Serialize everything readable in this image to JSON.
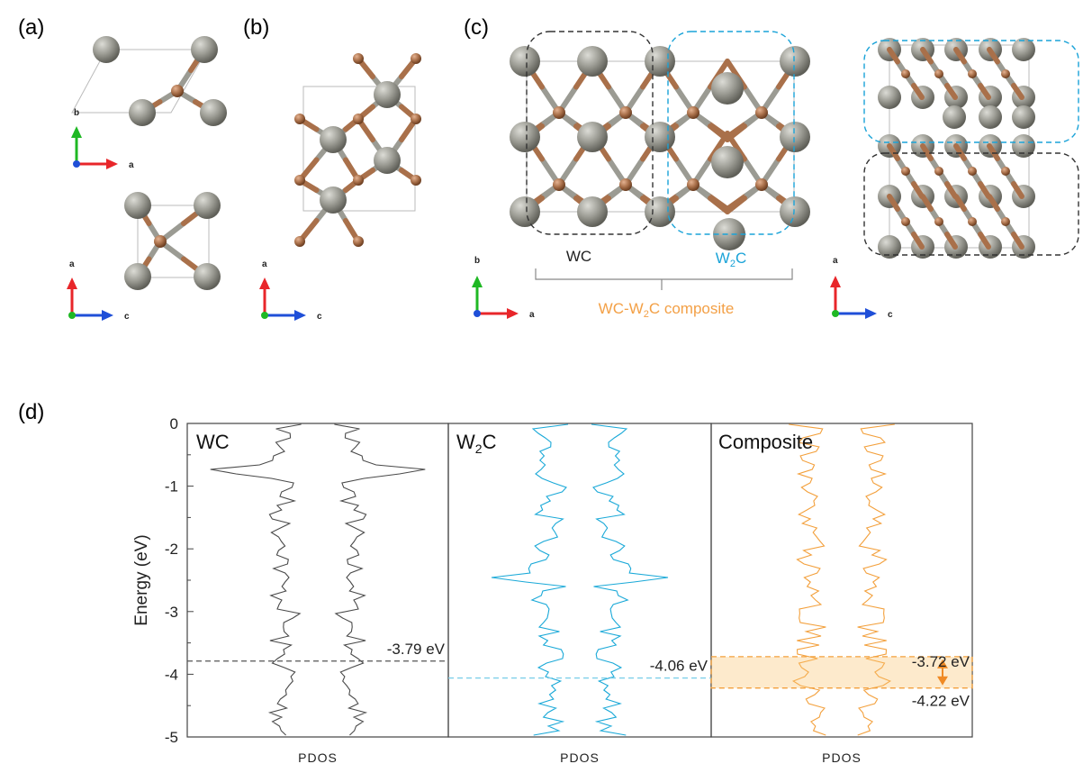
{
  "panels": {
    "a": "(a)",
    "b": "(b)",
    "c": "(c)",
    "d": "(d)"
  },
  "axis_labels": {
    "a": "a",
    "b": "b",
    "c": "c"
  },
  "structure": {
    "wc_label": "WC",
    "w2c_label_main": "W",
    "w2c_label_sub": "2",
    "w2c_label_tail": "C",
    "composite_pre": "WC-W",
    "composite_sub": "2",
    "composite_post": "C composite"
  },
  "colors": {
    "tungsten": "#9a9a92",
    "carbon": "#a9704a",
    "axis_a": "#e8262a",
    "axis_b": "#1fb824",
    "axis_c": "#1f4fd8",
    "wc_box": "#333333",
    "w2c_box": "#1aa3d8",
    "composite_text": "#f3a046"
  },
  "chart_data": {
    "type": "line",
    "ylabel": "Energy (eV)",
    "xlabel": "PDOS",
    "ylim": [
      -5,
      0
    ],
    "yticks": [
      "0",
      "-1",
      "-2",
      "-3",
      "-4",
      "-5"
    ],
    "panels": [
      {
        "name": "WC",
        "title": "WC",
        "color": "#4a4a4a",
        "marker": {
          "value": -3.79,
          "label": "-3.79 eV"
        }
      },
      {
        "name": "W2C",
        "title_main": "W",
        "title_sub": "2",
        "title_tail": "C",
        "color": "#1aa9d8",
        "marker": {
          "value": -4.06,
          "label": "-4.06 eV"
        }
      },
      {
        "name": "Composite",
        "title": "Composite",
        "color": "#f3a03c",
        "band": {
          "upper": -3.72,
          "lower": -4.22,
          "upper_label": "-3.72 eV",
          "lower_label": "-4.22 eV"
        }
      }
    ]
  }
}
